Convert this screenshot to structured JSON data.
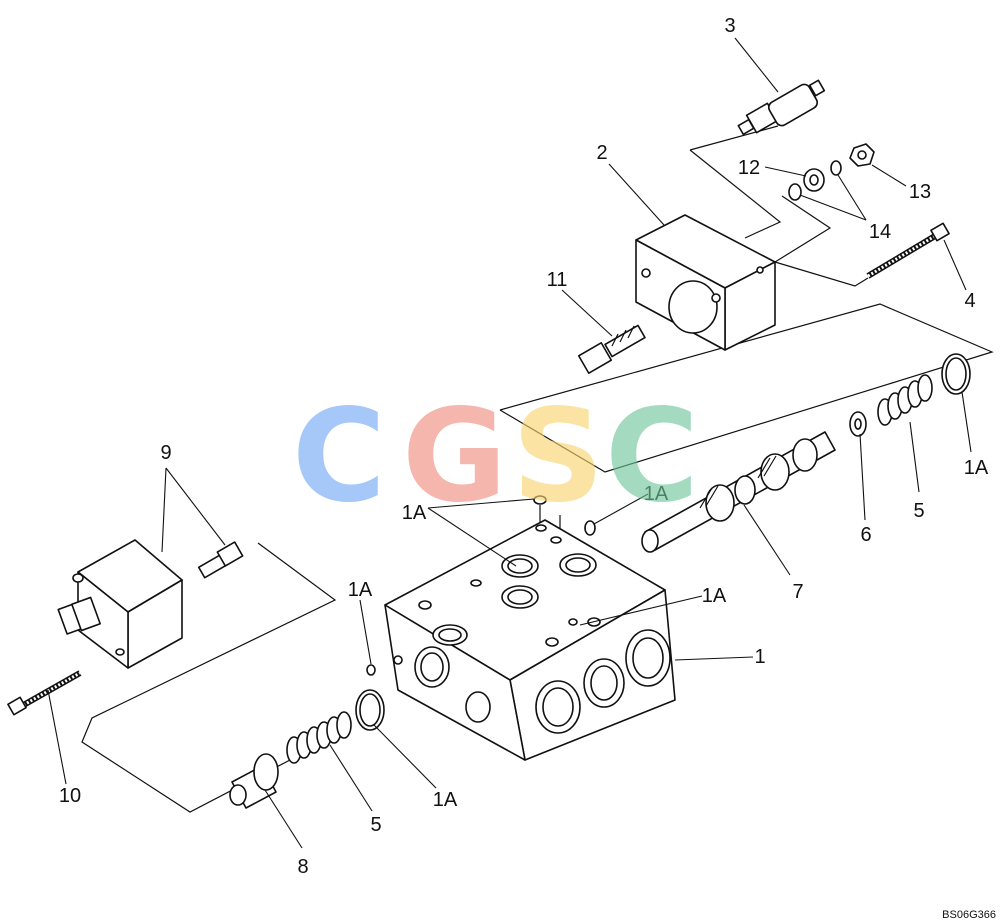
{
  "labels": {
    "l1": "1",
    "l2": "2",
    "l3": "3",
    "l4": "4",
    "l5a": "5",
    "l5b": "5",
    "l6": "6",
    "l7": "7",
    "l8": "8",
    "l9": "9",
    "l10": "10",
    "l11": "11",
    "l12": "12",
    "l13": "13",
    "l14": "14",
    "l1a_1": "1A",
    "l1a_2": "1A",
    "l1a_3": "1A",
    "l1a_4": "1A",
    "l1a_5": "1A",
    "l1a_6": "1A"
  },
  "watermark": {
    "c1": "C",
    "g": "G",
    "s": "S",
    "c2": "C",
    "colors": [
      "#6FA8F5",
      "#F08A7E",
      "#F7D36B",
      "#6CC49A"
    ]
  },
  "drawing_code": "BS06G366"
}
